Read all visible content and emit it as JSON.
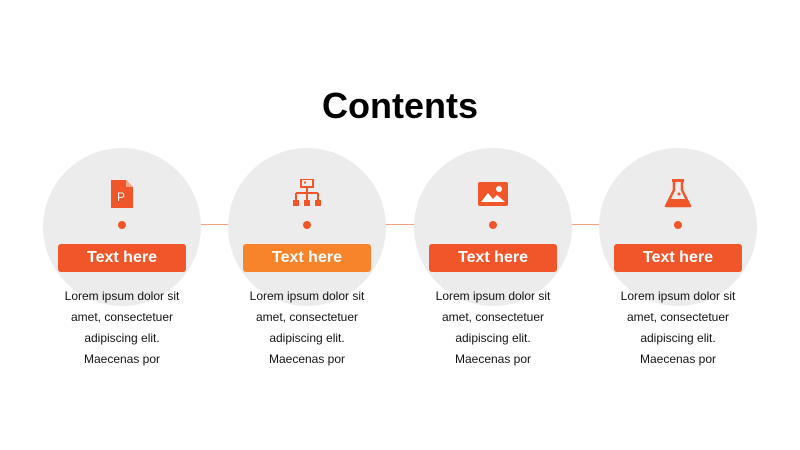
{
  "title": "Contents",
  "accent_color": "#f0562a",
  "highlight_color": "#f7842a",
  "items": [
    {
      "icon": "presentation-file-icon",
      "label": "Text here",
      "color": "#f0562a",
      "lines": [
        "Lorem ipsum dolor sit",
        "amet, consectetuer",
        "adipiscing elit.",
        "Maecenas por"
      ]
    },
    {
      "icon": "hierarchy-icon",
      "label": "Text here",
      "color": "#f7842a",
      "lines": [
        "Lorem ipsum dolor sit",
        "amet, consectetuer",
        "adipiscing elit.",
        "Maecenas por"
      ]
    },
    {
      "icon": "image-icon",
      "label": "Text here",
      "color": "#f0562a",
      "lines": [
        "Lorem ipsum dolor sit",
        "amet, consectetuer",
        "adipiscing elit.",
        "Maecenas por"
      ]
    },
    {
      "icon": "flask-icon",
      "label": "Text here",
      "color": "#f0562a",
      "lines": [
        "Lorem ipsum dolor sit",
        "amet, consectetuer",
        "adipiscing elit.",
        "Maecenas por"
      ]
    }
  ]
}
